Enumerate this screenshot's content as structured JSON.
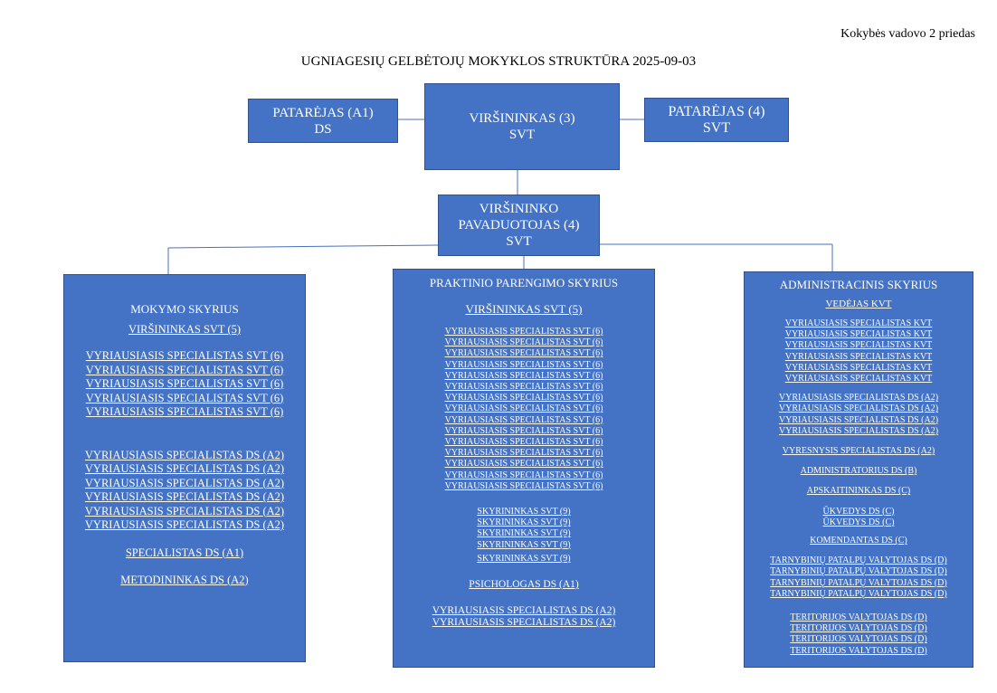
{
  "annex": "Kokybės vadovo 2 priedas",
  "title": "UGNIAGESIŲ GELBĖTOJŲ MOKYKLOS STRUKTŪRA 2025-09-03",
  "advisor_left": {
    "line1": "PATARĖJAS (A1)",
    "line2": "DS"
  },
  "head": {
    "line1": "VIRŠININKAS (3)",
    "line2": "SVT"
  },
  "advisor_right": {
    "line1": "PATARĖJAS (4)",
    "line2": "SVT"
  },
  "deputy": {
    "line1": "VIRŠININKO",
    "line2": "PAVADUOTOJAS (4)",
    "line3": "SVT"
  },
  "mokymo": {
    "title": "MOKYMO SKYRIUS",
    "chief": "VIRŠININKAS SVT (5)",
    "svt": [
      "VYRIAUSIASIS SPECIALISTAS SVT (6)",
      "VYRIAUSIASIS SPECIALISTAS SVT (6)",
      "VYRIAUSIASIS SPECIALISTAS SVT (6)",
      "VYRIAUSIASIS SPECIALISTAS SVT (6)",
      "VYRIAUSIASIS SPECIALISTAS SVT (6)"
    ],
    "ds": [
      "VYRIAUSIASIS SPECIALISTAS DS (A2)",
      "VYRIAUSIASIS SPECIALISTAS DS  (A2)",
      "VYRIAUSIASIS SPECIALISTAS DS (A2)",
      "VYRIAUSIASIS SPECIALISTAS DS (A2)",
      "VYRIAUSIASIS SPECIALISTAS DS (A2)",
      "VYRIAUSIASIS SPECIALISTAS DS (A2)"
    ],
    "specialist": "SPECIALISTAS DS (A1)",
    "methodist": "METODININKAS DS (A2)"
  },
  "praktinio": {
    "title": "PRAKTINIO PARENGIMO SKYRIUS",
    "chief": "VIRŠININKAS SVT (5)",
    "svt": [
      "VYRIAUSIASIS SPECIALISTAS SVT (6)",
      "VYRIAUSIASIS SPECIALISTAS SVT (6)",
      "VYRIAUSIASIS SPECIALISTAS SVT (6)",
      "VYRIAUSIASIS SPECIALISTAS SVT (6)",
      "VYRIAUSIASIS SPECIALISTAS SVT (6)",
      "VYRIAUSIASIS SPECIALISTAS SVT (6)",
      "VYRIAUSIASIS SPECIALISTAS SVT (6)",
      "VYRIAUSIASIS SPECIALISTAS SVT (6)",
      "VYRIAUSIASIS SPECIALISTAS SVT (6)",
      "VYRIAUSIASIS SPECIALISTAS SVT (6)",
      "VYRIAUSIASIS SPECIALISTAS SVT (6)",
      "VYRIAUSIASIS SPECIALISTAS SVT (6)",
      "VYRIAUSIASIS SPECIALISTAS SVT (6)",
      "VYRIAUSIASIS SPECIALISTAS SVT (6)",
      "VYRIAUSIASIS SPECIALISTAS SVT (6)"
    ],
    "skyrininkai": [
      "SKYRININKAS SVT (9)",
      "SKYRININKAS SVT (9)",
      "SKYRININKAS SVT (9)",
      "SKYRININKAS SVT (9)",
      "SKYRININKAS SVT (9)"
    ],
    "psychologist": "PSICHOLOGAS DS (A1)",
    "ds": [
      "VYRIAUSIASIS SPECIALISTAS DS (A2)",
      "VYRIAUSIASIS SPECIALISTAS DS (A2)"
    ]
  },
  "admin": {
    "title": "ADMINISTRACINIS SKYRIUS",
    "head": "VEDĖJAS KVT",
    "kvt": [
      "VYRIAUSIASIS SPECIALISTAS KVT",
      "VYRIAUSIASIS SPECIALISTAS KVT",
      "VYRIAUSIASIS SPECIALISTAS KVT",
      "VYRIAUSIASIS SPECIALISTAS KVT",
      "VYRIAUSIASIS SPECIALISTAS KVT",
      "VYRIAUSIASIS SPECIALISTAS KVT"
    ],
    "ds": [
      "VYRIAUSIASIS SPECIALISTAS DS (A2)",
      "VYRIAUSIASIS SPECIALISTAS DS (A2)",
      "VYRIAUSIASIS SPECIALISTAS DS (A2)",
      "VYRIAUSIASIS SPECIALISTAS DS (A2)"
    ],
    "senior": "VYRESNYSIS SPECIALISTAS DS (A2)",
    "administrator": "ADMINISTRATORIUS  DS (B)",
    "accountant": "APSKAITININKAS DS (C)",
    "managers": [
      "ŪKVEDYS DS (C)",
      "ŪKVEDYS DS (C)"
    ],
    "commandant": "KOMENDANTAS  DS (C)",
    "cleaners": [
      "TARNYBINIŲ PATALPŲ VALYTOJAS DS  (D)",
      "TARNYBINIŲ PATALPŲ VALYTOJAS DS  (D)",
      "TARNYBINIŲ PATALPŲ VALYTOJAS DS  (D)",
      "TARNYBINIŲ PATALPŲ VALYTOJAS DS  (D)"
    ],
    "territory": [
      "TERITORIJOS VALYTOJAS DS (D)",
      "TERITORIJOS VALYTOJAS DS (D)",
      "TERITORIJOS VALYTOJAS DS (D)",
      "TERITORIJOS VALYTOJAS DS (D)"
    ]
  },
  "colors": {
    "box_fill": "#4472c4",
    "box_border": "#2f528f",
    "connector": "#4472c4"
  }
}
